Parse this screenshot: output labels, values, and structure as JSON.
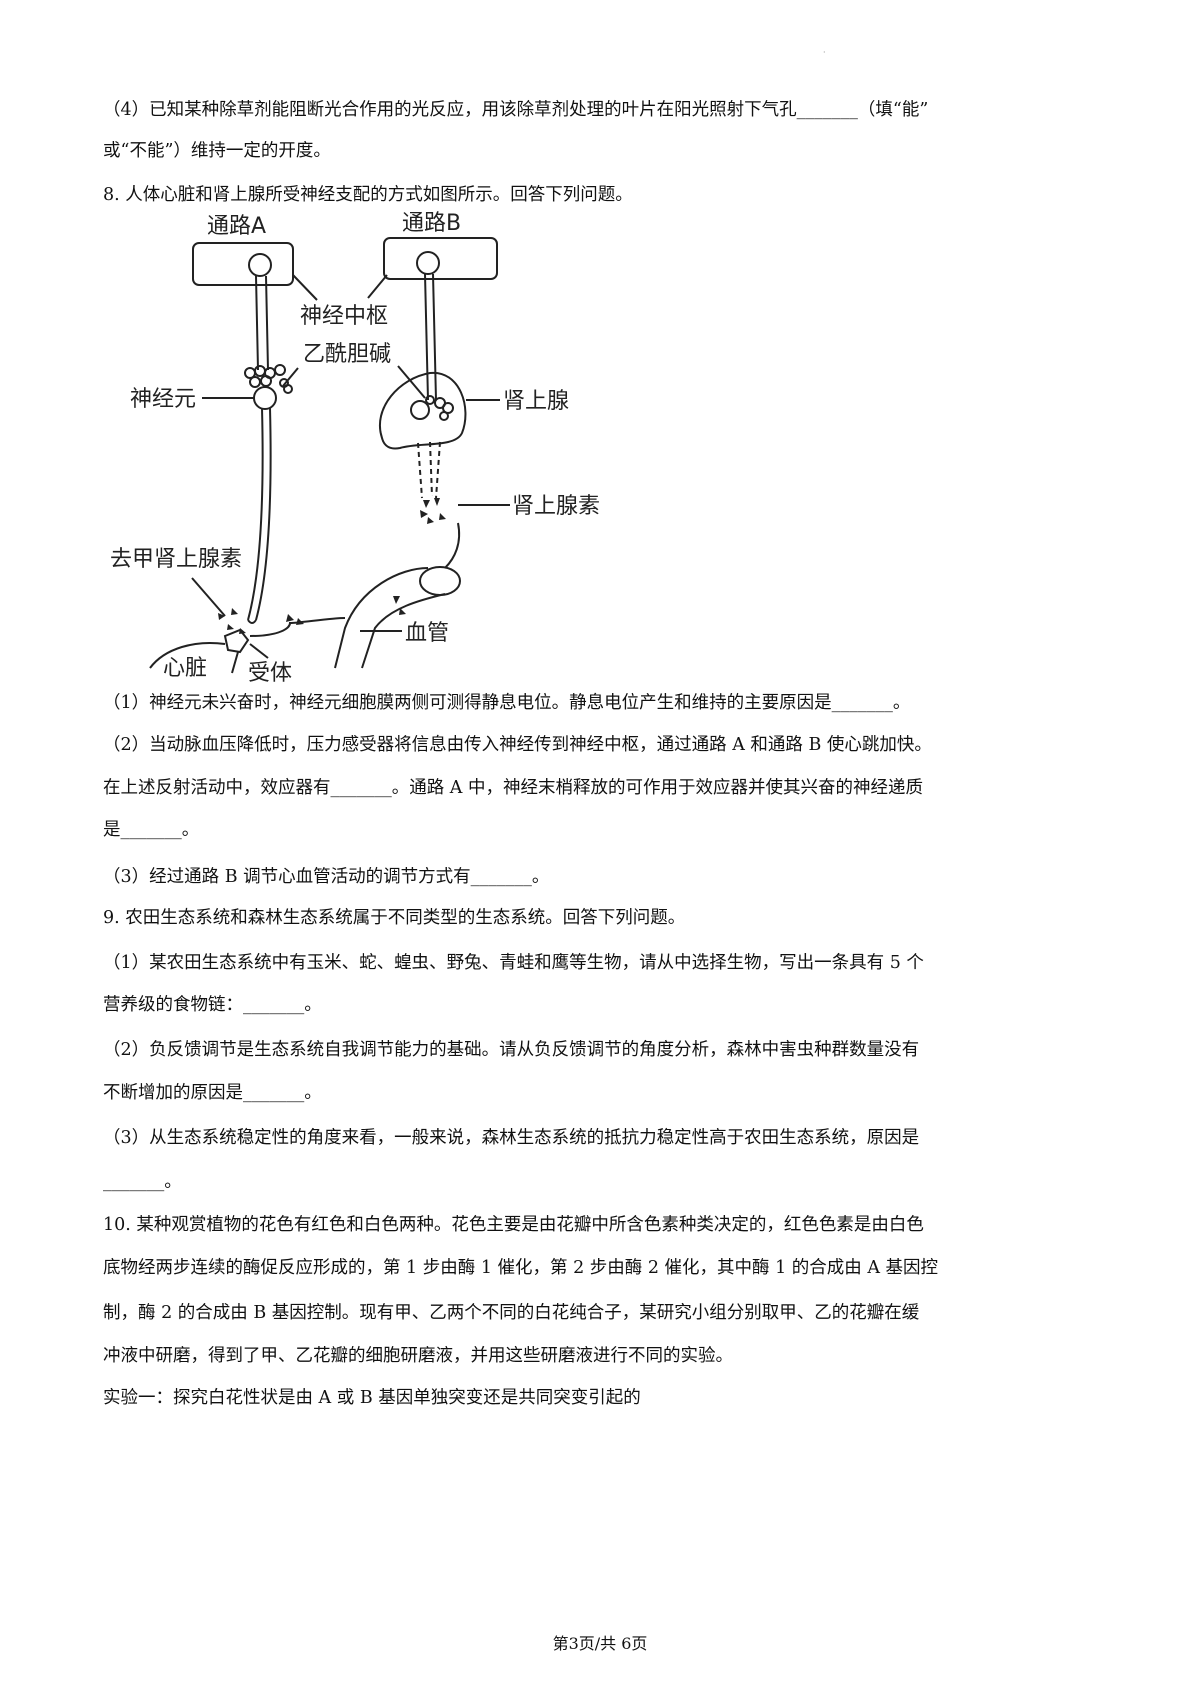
{
  "lines": [
    "（4）已知某种除草剂能阻断光合作用的光反应，用该除草剂处理的叶片在阳光照射下气孔_______（填“能”",
    "或“不能”）维持一定的开度。",
    "8. 人体心脏和肾上腺所受神经支配的方式如图所示。回答下列问题。",
    "（1）神经元未兴奋时，神经元细胞膜两侧可测得静息电位。静息电位产生和维持的主要原因是_______。",
    "（2）当动脉血压降低时，压力感受器将信息由传入神经传到神经中枢，通过通路 A 和通路 B 使心跳加快。",
    "在上述反射活动中，效应器有_______。通路 A 中，神经末梢释放的可作用于效应器并使其兴奋的神经递质",
    "是_______。",
    "（3）经过通路 B 调节心血管活动的调节方式有_______。",
    "9. 农田生态系统和森林生态系统属于不同类型的生态系统。回答下列问题。",
    "（1）某农田生态系统中有玉米、蛇、蝗虫、野兔、青蛙和鹰等生物，请从中选择生物，写出一条具有 5 个",
    "营养级的食物链：_______。",
    "（2）负反馈调节是生态系统自我调节能力的基础。请从负反馈调节的角度分析，森林中害虫种群数量没有",
    "不断增加的原因是_______。",
    "（3）从生态系统稳定性的角度来看，一般来说，森林生态系统的抵抗力稳定性高于农田生态系统，原因是",
    "_______。",
    "10. 某种观赏植物的花色有红色和白色两种。花色主要是由花瓣中所含色素种类决定的，红色色素是由白色",
    "底物经两步连续的酶促反应形成的，第 1 步由酶 1 催化，第 2 步由酶 2 催化，其中酶 1 的合成由 A 基因控",
    "制，酶 2 的合成由 B 基因控制。现有甲、乙两个不同的白花纯合子，某研究小组分别取甲、乙的花瓣在缓",
    "冲液中研磨，得到了甲、乙花瓣的细胞研磨液，并用这些研磨液进行不同的实验。",
    "实验一：探究白花性状是由 A 或 B 基因单独突变还是共同突变引起的"
  ],
  "diagram": {
    "pathway_a": "通路A",
    "pathway_b": "通路B",
    "nerve_center": "神经中枢",
    "acetylcholine": "乙酰胆碱",
    "neuron": "神经元",
    "adrenal_gland": "肾上腺",
    "epinephrine": "肾上腺素",
    "norepinephrine": "去甲肾上腺素",
    "blood_vessel": "血管",
    "heart": "心脏",
    "receptor": "受体"
  },
  "footer": "第3页/共 6页"
}
